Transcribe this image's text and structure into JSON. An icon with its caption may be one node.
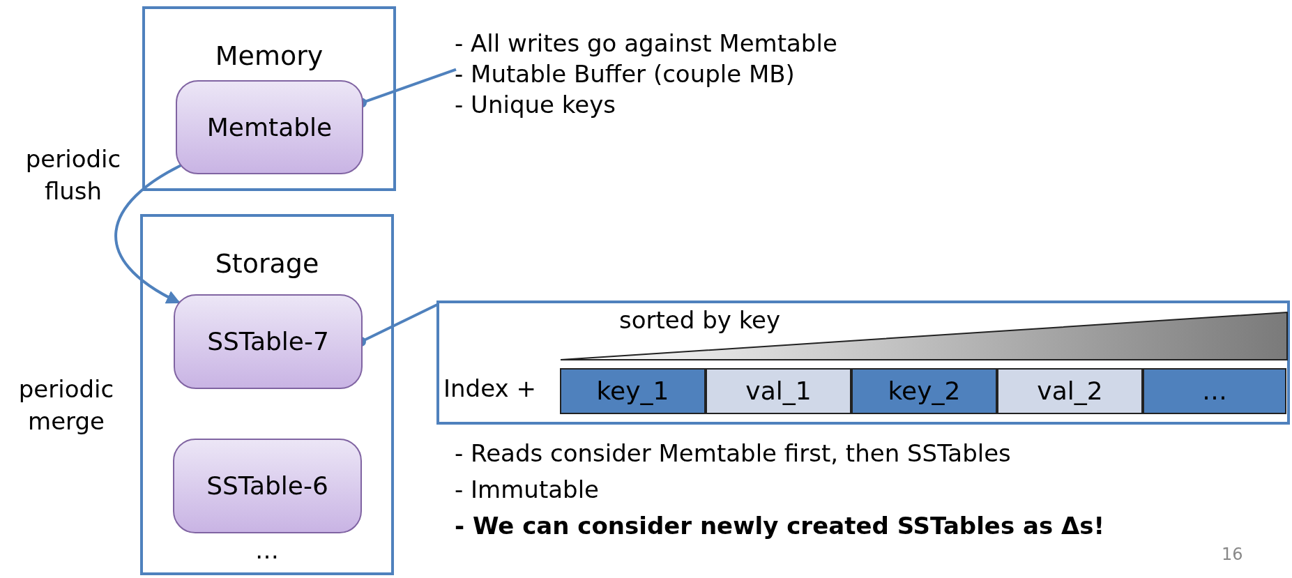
{
  "diagram": {
    "nodes": [
      {
        "text": [
          "Memory"
        ]
      },
      {
        "text": [
          "Memtable"
        ],
        "in": 0
      },
      {
        "text": [
          "Storage",
          "…"
        ]
      },
      {
        "text": [
          "SSTable-7"
        ],
        "in": 2
      },
      {
        "text": [
          "SSTable-6"
        ],
        "in": 2
      },
      {
        "text": [
          "- All writes go against Memtable",
          "- Mutable Buffer (couple MB)",
          "- Unique keys"
        ]
      },
      {
        "text": [
          "sorted by key",
          "Index +"
        ]
      },
      {
        "text": [
          "key_1"
        ],
        "in": 6
      },
      {
        "text": [
          "val_1"
        ],
        "in": 6
      },
      {
        "text": [
          "key_2"
        ],
        "in": 6
      },
      {
        "text": [
          "val_2"
        ],
        "in": 6
      },
      {
        "text": [
          "…"
        ],
        "in": 6
      }
    ],
    "edges": [
      {
        "from": 1,
        "to": 5,
        "arrow": "other"
      },
      {
        "from": 1,
        "to": 3,
        "arrow": "to",
        "label": "periodic flush"
      },
      {
        "from": 3,
        "to": 6,
        "arrow": "other"
      }
    ],
    "labels": [
      "periodic merge",
      "- Reads consider Memtable first, then SSTables",
      "- Immutable",
      "- We can consider newly created SSTables as Δs!",
      "16"
    ]
  }
}
